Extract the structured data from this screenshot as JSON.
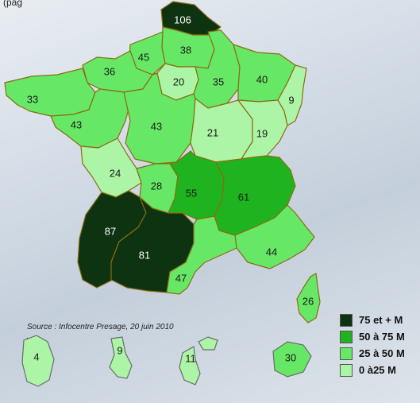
{
  "header_text": "(pag",
  "colors": {
    "c75": "#0d3311",
    "c50": "#1fb41f",
    "c25": "#66e866",
    "c0": "#adf5a6"
  },
  "regions": [
    {
      "id": "nord",
      "value": "106",
      "class": "c75"
    },
    {
      "id": "picardie",
      "value": "38",
      "class": "c25"
    },
    {
      "id": "haute-normandie",
      "value": "45",
      "class": "c25"
    },
    {
      "id": "basse-normandie",
      "value": "36",
      "class": "c25"
    },
    {
      "id": "bretagne",
      "value": "33",
      "class": "c25"
    },
    {
      "id": "idf",
      "value": "20",
      "class": "c0"
    },
    {
      "id": "champagne",
      "value": "35",
      "class": "c25"
    },
    {
      "id": "lorraine",
      "value": "40",
      "class": "c25"
    },
    {
      "id": "alsace",
      "value": "9",
      "class": "c0"
    },
    {
      "id": "pays-de-la-loire",
      "value": "43",
      "class": "c25"
    },
    {
      "id": "centre",
      "value": "43",
      "class": "c25"
    },
    {
      "id": "bourgogne",
      "value": "21",
      "class": "c0"
    },
    {
      "id": "franche-comte",
      "value": "19",
      "class": "c0"
    },
    {
      "id": "poitou",
      "value": "24",
      "class": "c0"
    },
    {
      "id": "limousin",
      "value": "28",
      "class": "c25"
    },
    {
      "id": "auvergne",
      "value": "55",
      "class": "c50"
    },
    {
      "id": "rhone-alpes",
      "value": "61",
      "class": "c50"
    },
    {
      "id": "aquitaine",
      "value": "87",
      "class": "c75"
    },
    {
      "id": "midi-pyrenees",
      "value": "81",
      "class": "c75"
    },
    {
      "id": "paca",
      "value": "44",
      "class": "c25"
    },
    {
      "id": "languedoc",
      "value": "47",
      "class": "c25"
    },
    {
      "id": "corse",
      "value": "26",
      "class": "c25"
    },
    {
      "id": "guyane",
      "value": "4",
      "class": "c0"
    },
    {
      "id": "martinique",
      "value": "9",
      "class": "c0"
    },
    {
      "id": "guadeloupe",
      "value": "11",
      "class": "c0"
    },
    {
      "id": "reunion",
      "value": "30",
      "class": "c25"
    }
  ],
  "source": "Source : Infocentre Presage, 20 juin 2010",
  "source_dot": ".",
  "legend": [
    {
      "label": "75 et + M",
      "class": "c75"
    },
    {
      "label": "50 à 75 M",
      "class": "c50"
    },
    {
      "label": "25 à 50 M",
      "class": "c25"
    },
    {
      "label": "0 à25 M",
      "class": "c0"
    }
  ]
}
